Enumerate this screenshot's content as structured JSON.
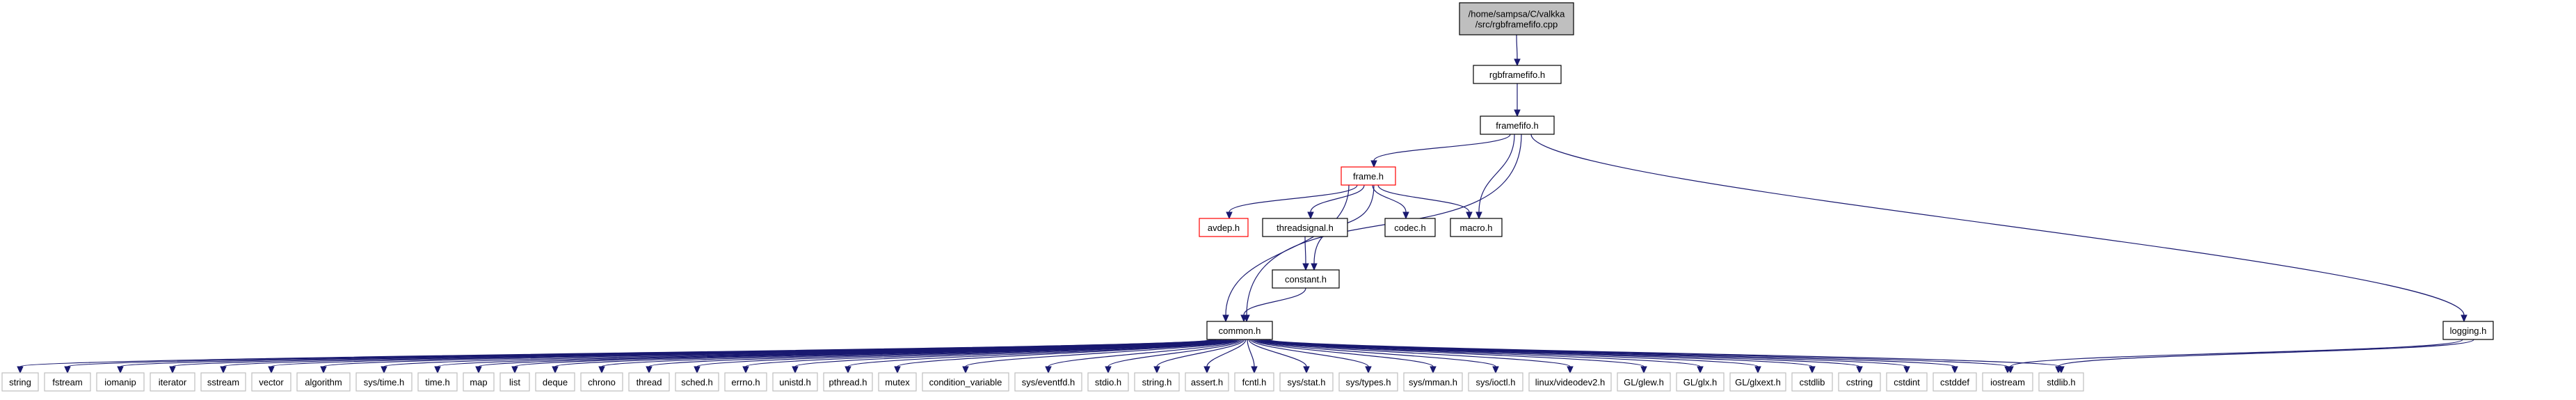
{
  "root": {
    "lines": [
      "/home/sampsa/C/valkka",
      "/src/rgbframefifo.cpp"
    ]
  },
  "nodes": {
    "rgbframefifo": "rgbframefifo.h",
    "framefifo": "framefifo.h",
    "frame": "frame.h",
    "avdep": "avdep.h",
    "threadsignal": "threadsignal.h",
    "codec": "codec.h",
    "macro": "macro.h",
    "constant": "constant.h",
    "common": "common.h",
    "logging": "logging.h"
  },
  "leaves": [
    "string",
    "fstream",
    "iomanip",
    "iterator",
    "sstream",
    "vector",
    "algorithm",
    "sys/time.h",
    "time.h",
    "map",
    "list",
    "deque",
    "chrono",
    "thread",
    "sched.h",
    "errno.h",
    "unistd.h",
    "pthread.h",
    "mutex",
    "condition_variable",
    "sys/eventfd.h",
    "stdio.h",
    "string.h",
    "assert.h",
    "fcntl.h",
    "sys/stat.h",
    "sys/types.h",
    "sys/mman.h",
    "sys/ioctl.h",
    "linux/videodev2.h",
    "GL/glew.h",
    "GL/glx.h",
    "GL/glxext.h",
    "cstdlib",
    "cstring",
    "cstdint",
    "cstddef",
    "iostream",
    "stdlib.h"
  ],
  "colors": {
    "edge": "#191970",
    "root_fill": "#bfbfbf",
    "red_border": "#ff0000",
    "leaf_border": "#bfbfbf"
  }
}
